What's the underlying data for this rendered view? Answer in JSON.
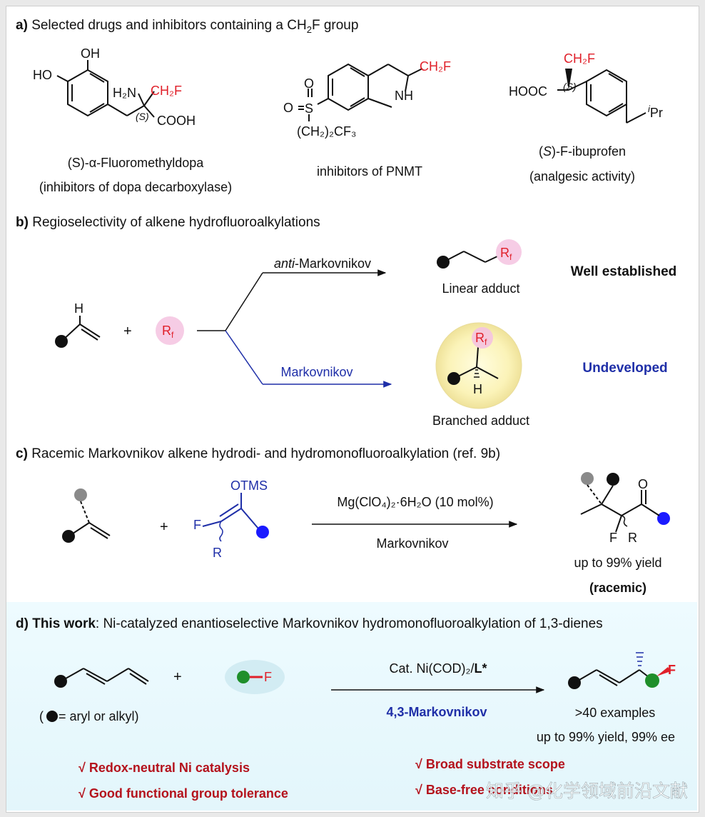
{
  "colors": {
    "accent_red": "#e0202a",
    "accent_blue": "#1f2fa8",
    "check_red": "#b4121c",
    "green": "#1f8f2a",
    "pink": "#f4c3e0",
    "text": "#111111"
  },
  "panel_a": {
    "letter": "a)",
    "title_pre": "Selected drugs and inhibitors containing a CH",
    "title_sub": "2",
    "title_post": "F group",
    "mol1": {
      "oh_top": "OH",
      "ho": "HO",
      "h2n": "H₂N",
      "ch2f": "CH₂F",
      "s": "(S)",
      "cooh": "COOH",
      "label": "(S)-α-Fluoromethyldopa",
      "sublabel": "(inhibitors of dopa decarboxylase)"
    },
    "mol2": {
      "ch2f": "CH₂F",
      "nh": "NH",
      "o": "O",
      "s": "S",
      "chain": "(CH₂)₂CF₃",
      "label": "inhibitors of PNMT"
    },
    "mol3": {
      "ch2f": "CH₂F",
      "hooc": "HOOC",
      "s": "(S)",
      "ipr_i": "i",
      "ipr": "Pr",
      "label_paren_open": "(",
      "label_s": "S",
      "label_rest": ")-F-ibuprofen",
      "sublabel": "(analgesic activity)"
    }
  },
  "panel_b": {
    "letter": "b)",
    "title": "Regioselectivity of alkene hydrofluoroalkylations",
    "h": "H",
    "plus": "+",
    "rf": "R",
    "rf_sub": "f",
    "anti_italic": "anti",
    "anti_rest": "-Markovnikov",
    "markov": "Markovnikov",
    "linear": "Linear adduct",
    "branched": "Branched adduct",
    "well": "Well established",
    "undeveloped": "Undeveloped",
    "h_branch": "H"
  },
  "panel_c": {
    "letter": "c)",
    "title": "Racemic Markovnikov alkene hydrodi- and hydromonofluoroalkylation (ref. 9b)",
    "plus": "+",
    "otms": "OTMS",
    "f": "F",
    "r": "R",
    "reagent": "Mg(ClO₄)₂·6H₂O (10 mol%)",
    "below": "Markovnikov",
    "o": "O",
    "pf": "F",
    "pr": "R",
    "yield": "up to 99% yield",
    "racemic": "(racemic)"
  },
  "panel_d": {
    "letter": "d)",
    "bold": "This work",
    "title_rest": ": Ni-catalyzed enantioselective Markovnikov hydromonofluoroalkylation of 1,3-dienes",
    "plus": "+",
    "f": "F",
    "legend_open": "(",
    "legend_rest": " = aryl or alkyl)",
    "cat_pre": "Cat. Ni(COD)₂/",
    "cat_bold": "L*",
    "markov": "4,3-Markovnikov",
    "examples": ">40 examples",
    "yield": "up to 99% yield, 99% ee",
    "pf": "F",
    "checks": [
      "√  Redox-neutral Ni catalysis",
      "√  Good functional group tolerance",
      "√  Broad substrate scope",
      "√  Base-free conditions"
    ]
  },
  "watermark": "知乎 @化学领域前沿文献"
}
